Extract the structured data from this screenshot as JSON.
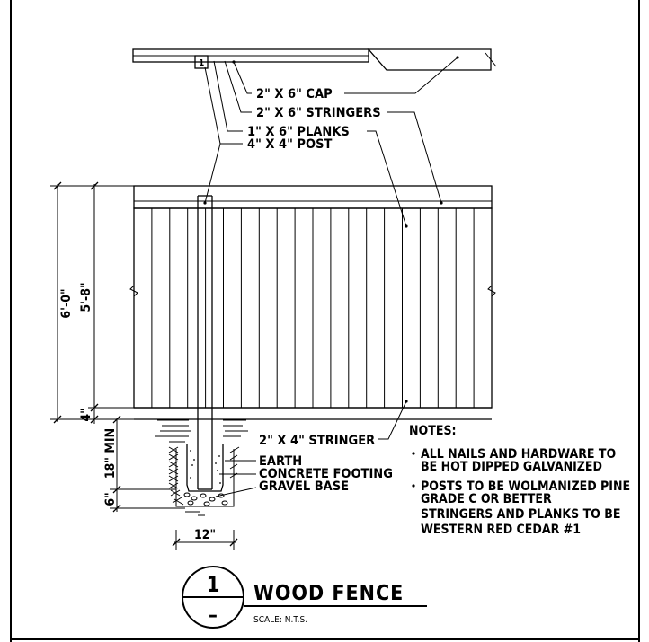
{
  "labels": {
    "cap": "2\" X 6\" CAP",
    "stringers": "2\" X 6\" STRINGERS",
    "planks": "1\" X 6\" PLANKS",
    "post": "4\" X 4\" POST",
    "bottom_stringer": "2\" X 4\" STRINGER",
    "earth": "EARTH",
    "footing": "CONCRETE FOOTING",
    "gravel": "GRAVEL BASE",
    "plan_marker": "1"
  },
  "dimensions": {
    "overall_height": "6'-0\"",
    "plank_height": "5'-8\"",
    "ground_gap": "4\"",
    "post_depth": "18\" MIN",
    "gravel_depth": "6\"",
    "footing_width": "12\""
  },
  "notes": {
    "heading": "NOTES:",
    "items": [
      [
        "ALL NAILS AND HARDWARE TO",
        "BE HOT DIPPED GALVANIZED"
      ],
      [
        "POSTS TO BE WOLMANIZED PINE",
        "GRADE C OR BETTER",
        "STRINGERS AND PLANKS TO BE",
        "WESTERN RED CEDAR #1"
      ]
    ]
  },
  "title_block": {
    "detail_number": "1",
    "sheet_number": "–",
    "title": "WOOD FENCE",
    "scale": "SCALE: N.T.S."
  }
}
